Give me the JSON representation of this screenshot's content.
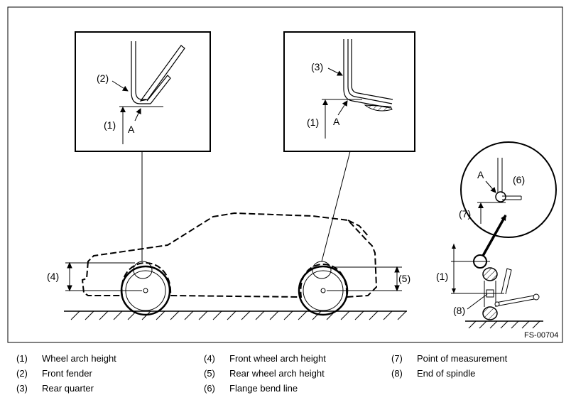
{
  "diagram": {
    "labels": {
      "n1": "(1)",
      "n2": "(2)",
      "n3": "(3)",
      "n4": "(4)",
      "n5": "(5)",
      "n6": "(6)",
      "n7": "(7)",
      "n8": "(8)",
      "point_a": "A"
    },
    "figure_code": "FS-00704"
  },
  "legend": [
    {
      "num": "(1)",
      "text": "Wheel arch height"
    },
    {
      "num": "(2)",
      "text": "Front fender"
    },
    {
      "num": "(3)",
      "text": "Rear quarter"
    },
    {
      "num": "(4)",
      "text": "Front wheel arch height"
    },
    {
      "num": "(5)",
      "text": "Rear wheel arch height"
    },
    {
      "num": "(6)",
      "text": "Flange bend line"
    },
    {
      "num": "(7)",
      "text": "Point of measurement"
    },
    {
      "num": "(8)",
      "text": "End of spindle"
    }
  ]
}
